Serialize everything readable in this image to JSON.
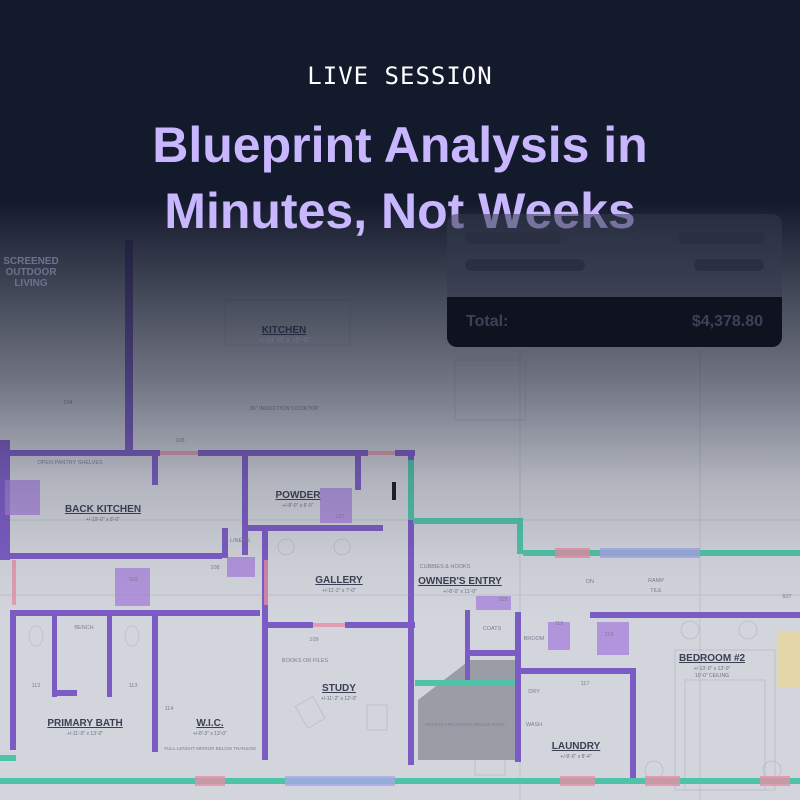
{
  "eyebrow": "LIVE SESSION",
  "headline": {
    "line1": "Blueprint Analysis in",
    "line2": "Minutes, Not Weeks"
  },
  "card": {
    "total_label": "Total:",
    "total_value": "$4,378.80"
  },
  "colors": {
    "background": "#141a2c",
    "accent": "#c8b6ff",
    "wall": "#7b5cc4",
    "exterior_wall": "#4fc3a8",
    "window": "#e58fa6",
    "door_swing": "#b07ee0"
  },
  "plan": {
    "rooms": [
      {
        "name": "KITCHEN",
        "dims": "+/-21'-0\" x 15'-0\""
      },
      {
        "name": "BACK KITCHEN",
        "dims": "+/-19'-0\" x 8'-0\""
      },
      {
        "name": "POWDER",
        "dims": "+/-8'-0\" x 6'-0\""
      },
      {
        "name": "GALLERY",
        "dims": "+/-11'-2\" x 7'-0\""
      },
      {
        "name": "OWNER'S ENTRY",
        "dims": "+/-8'-0\" x 11'-0\""
      },
      {
        "name": "STUDY",
        "dims": "+/-11'-2\" x 12'-0\""
      },
      {
        "name": "PRIMARY BATH",
        "dims": "+/-11'-0\" x 13'-0\""
      },
      {
        "name": "W.I.C.",
        "dims": "+/-8'-3\" x 13'-0\""
      },
      {
        "name": "LAUNDRY",
        "dims": "+/-8'-6\" x 8'-4\""
      },
      {
        "name": "BEDROOM #2",
        "dims": "+/-13'-0\" x 13'-0\"",
        "note": "10'-0\" CEILING"
      },
      {
        "name": "SCREENED OUTDOOR LIVING",
        "dims": ""
      }
    ],
    "notes": [
      "OPEN PANTRY SHELVES",
      "BENCH",
      "BOOKS OR FILES",
      "FULL-LENGHT MIRROR BELOW TRANSOM",
      "RECESS APPLIANCES BELOW STAIR",
      "CUBBIES & HOOKS",
      "COATS",
      "BROOM",
      "DRY",
      "WASH",
      "RAMP",
      "TILE",
      "DN",
      "LINENS",
      "36\" INDUCTION COOKTOP"
    ],
    "tags": [
      "106",
      "107",
      "108",
      "109",
      "110",
      "112",
      "113",
      "114",
      "115",
      "116",
      "117",
      "118",
      "104",
      "607"
    ]
  }
}
